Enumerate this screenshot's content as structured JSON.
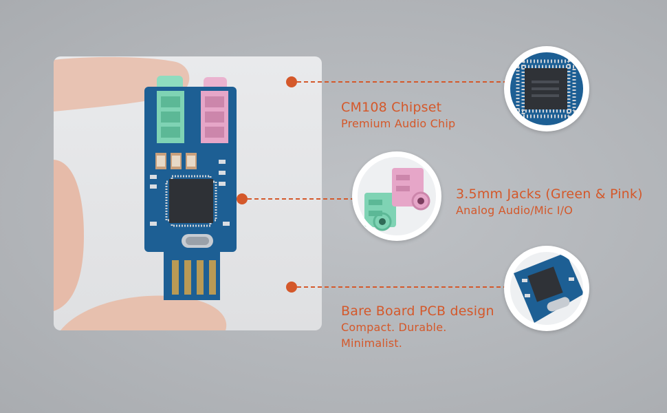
{
  "callouts": [
    {
      "title": "CM108 Chipset",
      "desc": "Premium Audio Chip"
    },
    {
      "title": "3.5mm Jacks (Green & Pink)",
      "desc": "Analog Audio/Mic I/O"
    },
    {
      "title": "Bare Board PCB design",
      "desc_line1": "Compact. Durable.",
      "desc_line2": "Minimalist."
    }
  ],
  "colors": {
    "accent": "#d4582a",
    "pcb": "#1d5f94",
    "jack_green": "#7fd3b4",
    "jack_pink": "#e6a6c8",
    "usb_gold": "#b99a55"
  }
}
